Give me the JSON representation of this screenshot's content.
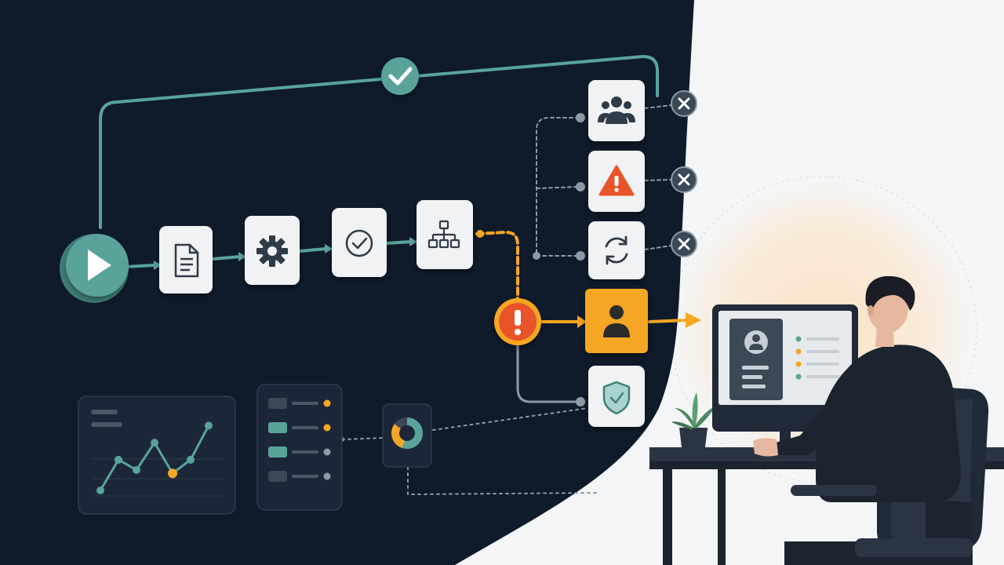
{
  "colors": {
    "panel_dark": "#0f1a2b",
    "teal": "#5aa39a",
    "teal_dark": "#3f8078",
    "orange": "#e8542a",
    "amber": "#f5a623",
    "card_light": "#f1f2f3",
    "glyph_dark": "#2f3b48",
    "muted_line": "#8c9aa6",
    "warm_glow": "#fbe7cf",
    "light_bg": "#f4f5f6"
  },
  "workflow": {
    "start_node": {
      "icon": "play-icon"
    },
    "top_check": {
      "icon": "check-icon"
    },
    "steps": [
      {
        "id": "document",
        "icon": "document-icon"
      },
      {
        "id": "settings",
        "icon": "gear-icon"
      },
      {
        "id": "approve",
        "icon": "check-circle-icon"
      },
      {
        "id": "hierarchy",
        "icon": "hierarchy-icon"
      }
    ],
    "decision": {
      "icon": "alert-circle-icon",
      "state": "warning"
    },
    "branches": [
      {
        "id": "team",
        "icon": "users-icon",
        "status": "rejected"
      },
      {
        "id": "warning",
        "icon": "warning-triangle-icon",
        "status": "rejected"
      },
      {
        "id": "retry",
        "icon": "refresh-icon",
        "status": "rejected"
      },
      {
        "id": "human-review",
        "icon": "person-icon",
        "status": "active"
      },
      {
        "id": "secure",
        "icon": "shield-check-icon",
        "status": "complete"
      }
    ],
    "reject_icon": "x-icon",
    "output_icon": "arrow-right-icon"
  },
  "dashboard": {
    "line_chart": {
      "points": [
        {
          "x": 0,
          "y": 0
        },
        {
          "x": 1,
          "y": 0.45
        },
        {
          "x": 2,
          "y": 0.3
        },
        {
          "x": 3,
          "y": 0.7
        },
        {
          "x": 4,
          "y": 0.25
        },
        {
          "x": 5,
          "y": 0.45
        },
        {
          "x": 6,
          "y": 0.95
        }
      ],
      "highlight_index": 4
    },
    "list_panel": {
      "rows": [
        {
          "dot_color": "#f5a623"
        },
        {
          "dot_color": "#f5a623"
        },
        {
          "dot_color": "#8c9aa6"
        },
        {
          "dot_color": "#8c9aa6"
        }
      ]
    },
    "donut": {
      "segments": [
        {
          "fraction": 0.55,
          "color": "#5aa39a"
        },
        {
          "fraction": 0.3,
          "color": "#f5a623"
        },
        {
          "fraction": 0.15,
          "color": "#3b4856"
        }
      ]
    }
  },
  "workstation": {
    "monitor_icon": "user-avatar-icon",
    "plant_icon": "plant-icon",
    "monitor_list_dots": [
      "#5aa39a",
      "#f5a623",
      "#f5a623",
      "#5aa39a"
    ]
  }
}
